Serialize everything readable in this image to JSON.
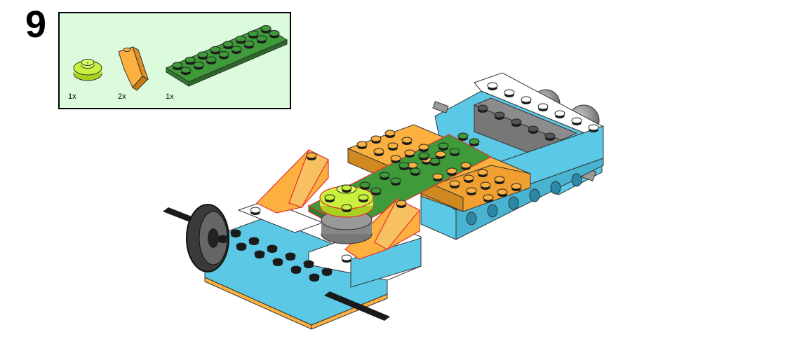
{
  "step": {
    "number": "9"
  },
  "parts_callout": {
    "background": "#dcfadc",
    "parts": [
      {
        "icon": "round-plate-1x1-icon",
        "quantity": "1x",
        "color": "#c8f03c"
      },
      {
        "icon": "slope-brick-icon",
        "quantity": "2x",
        "color": "#fbb040"
      },
      {
        "icon": "plate-2x8-icon",
        "quantity": "1x",
        "color": "#3f9a3a"
      }
    ]
  },
  "colors": {
    "azure": "#5bc8e6",
    "orange": "#fbb040",
    "green": "#3f9a3a",
    "lime": "#c8f03c",
    "white": "#ffffff",
    "dark_gray": "#555555",
    "black": "#1a1a1a"
  }
}
